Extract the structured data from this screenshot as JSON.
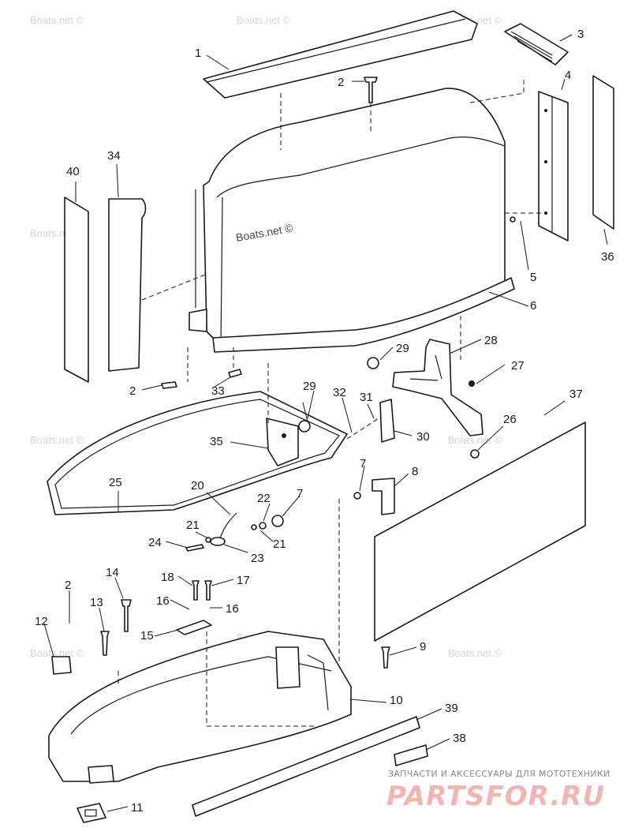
{
  "watermarks": {
    "main": "Boats.net ©",
    "faint": "Boats.net ©"
  },
  "branding": {
    "subtitle": "ЗАПЧАСТИ И АКСЕССУАРЫ ДЛЯ МОТОТЕХНИКИ",
    "logo": "PARTSFOR.RU"
  },
  "callouts": [
    "1",
    "2",
    "3",
    "4",
    "36",
    "5",
    "6",
    "40",
    "34",
    "2",
    "33",
    "29",
    "28",
    "27",
    "29",
    "32",
    "31",
    "30",
    "35",
    "26",
    "37",
    "25",
    "20",
    "22",
    "7",
    "7",
    "8",
    "21",
    "21",
    "24",
    "23",
    "18",
    "17",
    "16",
    "16",
    "14",
    "13",
    "2",
    "12",
    "15",
    "9",
    "10",
    "39",
    "38",
    "11"
  ]
}
